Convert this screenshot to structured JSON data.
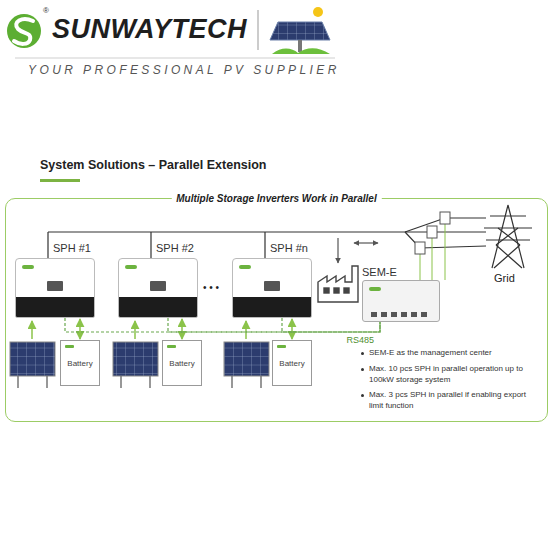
{
  "diagram": {
    "title": "System Solutions – Parallel Extension",
    "nodes": [
      {
        "text": [
          "Multiple Storage Inverters Work in Parallel"
        ]
      },
      {
        "text": [
          "SPH #1"
        ],
        "in": 0
      },
      {
        "text": [
          "Battery"
        ],
        "in": 0
      },
      {
        "text": [
          "SPH #2"
        ],
        "in": 0
      },
      {
        "text": [
          "Battery"
        ],
        "in": 0
      },
      {
        "text": [
          "SPH #n"
        ],
        "in": 0
      },
      {
        "text": [
          "Battery"
        ],
        "in": 0
      },
      {
        "text": [
          "SEM-E"
        ],
        "in": 0
      }
    ],
    "edges": [
      {
        "from": 2,
        "to": 1,
        "arrow": "both"
      },
      {
        "from": 4,
        "to": 3,
        "arrow": "both"
      },
      {
        "from": 6,
        "to": 5,
        "arrow": "both"
      },
      {
        "from": 1,
        "to": 7,
        "arrow": "none"
      },
      {
        "from": 3,
        "to": 7,
        "arrow": "none"
      },
      {
        "from": 5,
        "to": 7,
        "label": "RS485",
        "arrow": "none"
      }
    ],
    "labels": [
      "SUNWAYTECH",
      "®",
      "YOUR PROFESSIONAL PV SUPPLIER",
      "• • •",
      "Grid",
      "SEM-E as the management center",
      "Max. 10 pcs SPH in parallel operation up to 100kW storage system",
      "Max. 3 pcs SPH in parallel if enabling export limit function"
    ]
  }
}
